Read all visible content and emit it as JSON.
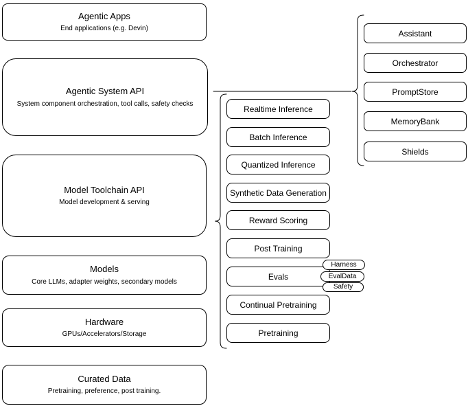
{
  "diagram": {
    "left_stack": [
      {
        "title": "Agentic Apps",
        "subtitle": "End applications (e.g. Devin)"
      },
      {
        "title": "Agentic System API",
        "subtitle": "System component orchestration, tool calls, safety checks"
      },
      {
        "title": "Model Toolchain API",
        "subtitle": "Model development & serving"
      },
      {
        "title": "Models",
        "subtitle": "Core LLMs, adapter weights, secondary models"
      },
      {
        "title": "Hardware",
        "subtitle": "GPUs/Accelerators/Storage"
      },
      {
        "title": "Curated Data",
        "subtitle": "Pretraining, preference, post training."
      }
    ],
    "toolchain_nodes": [
      "Realtime Inference",
      "Batch Inference",
      "Quantized Inference",
      "Synthetic Data Generation",
      "Reward Scoring",
      "Post Training",
      "Evals",
      "Continual Pretraining",
      "Pretraining"
    ],
    "eval_tags": [
      "Harness",
      "EvalData",
      "Safety"
    ],
    "system_components": [
      "Assistant",
      "Orchestrator",
      "PromptStore",
      "MemoryBank",
      "Shields"
    ],
    "colors": {
      "stroke": "#000000",
      "background": "#ffffff",
      "text": "#000000"
    }
  }
}
